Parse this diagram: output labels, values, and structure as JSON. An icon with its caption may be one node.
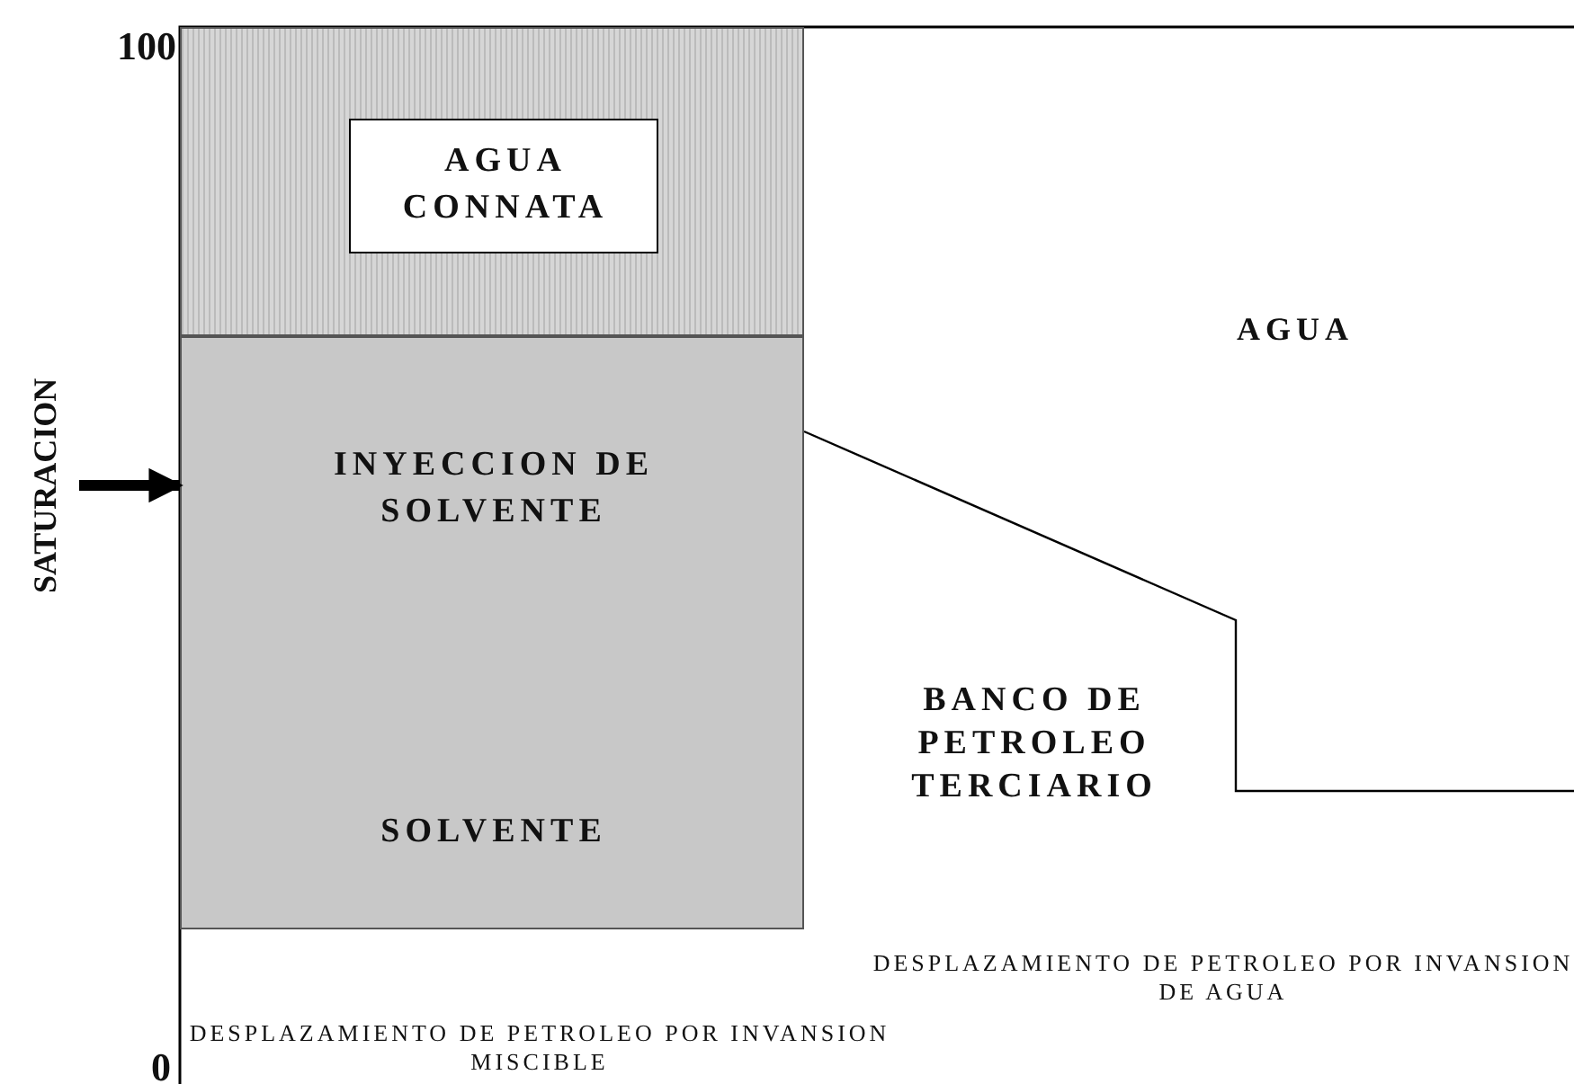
{
  "diagram": {
    "nodes": [
      {
        "text": [],
        "shape": "box"
      },
      {
        "text": [
          "AGUA CONNATA"
        ],
        "in": 0
      },
      {
        "text": [
          "INYECCION DE SOLVENTE",
          "SOLVENTE"
        ]
      }
    ],
    "edges": [
      {
        "from": null,
        "to": 2,
        "arrow": "to"
      }
    ],
    "labels": [
      "100",
      "SATURACION",
      "AGUA",
      "BANCO DE PETROLEO TERCIARIO",
      "DESPLAZAMIENTO DE PETROLEO POR INVANSION DE AGUA",
      "0",
      "DESPLAZAMIENTO DE PETROLEO POR INVANSION MISCIBLE"
    ]
  }
}
